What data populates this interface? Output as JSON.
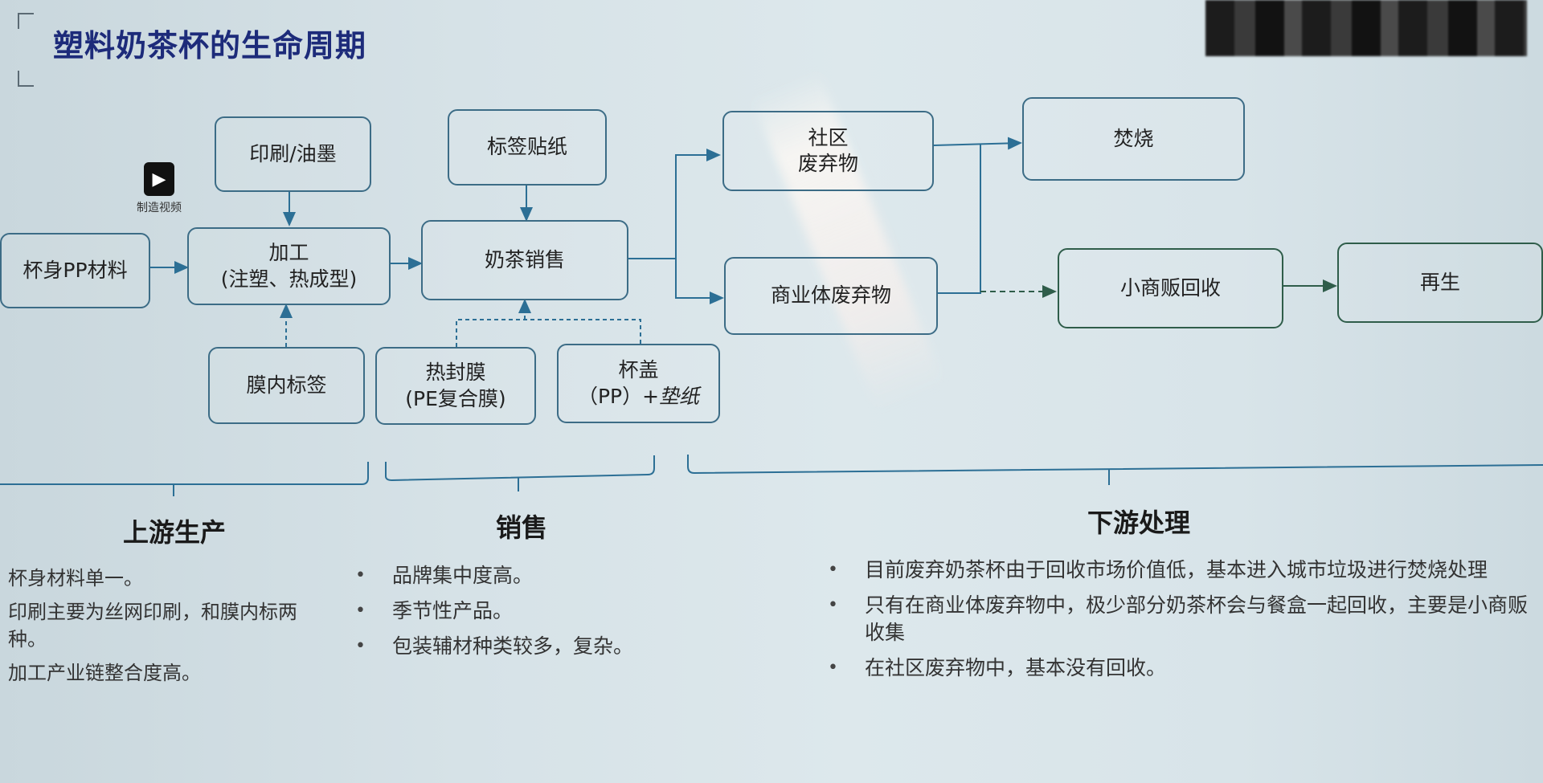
{
  "title": "塑料奶茶杯的生命周期",
  "video_badge": {
    "label": "制造视频",
    "icon": "video-play-icon"
  },
  "nodes": {
    "cup_material": "杯身PP材料",
    "print": "印刷/油墨",
    "process_line1": "加工",
    "process_line2": "(注塑、热成型)",
    "in_mold_label": "膜内标签",
    "sticker": "标签贴纸",
    "sales": "奶茶销售",
    "seal_line1": "热封膜",
    "seal_line2": "(PE复合膜)",
    "lid_line1": "杯盖",
    "lid_line2a": "（PP）+",
    "lid_line2b": "垫纸",
    "community_line1": "社区",
    "community_line2": "废弃物",
    "commercial": "商业体废弃物",
    "incinerate": "焚烧",
    "vendor": "小商贩回收",
    "regen": "再生"
  },
  "sections": {
    "upstream": {
      "title": "上游生产",
      "items": [
        "杯身材料单一。",
        "印刷主要为丝网印刷，和膜内标两种。",
        "加工产业链整合度高。"
      ]
    },
    "sales": {
      "title": "销售",
      "items": [
        "品牌集中度高。",
        "季节性产品。",
        "包装辅材种类较多，复杂。"
      ]
    },
    "downstream": {
      "title": "下游处理",
      "items": [
        "目前废弃奶茶杯由于回收市场价值低，基本进入城市垃圾进行焚烧处理",
        "只有在商业体废弃物中，极少部分奶茶杯会与餐盒一起回收，主要是小商贩收集",
        "在社区废弃物中，基本没有回收。"
      ]
    }
  },
  "colors": {
    "line": "#2c6f95",
    "title": "#1d2b7a",
    "dark_arrow": "#2f5d4a"
  }
}
